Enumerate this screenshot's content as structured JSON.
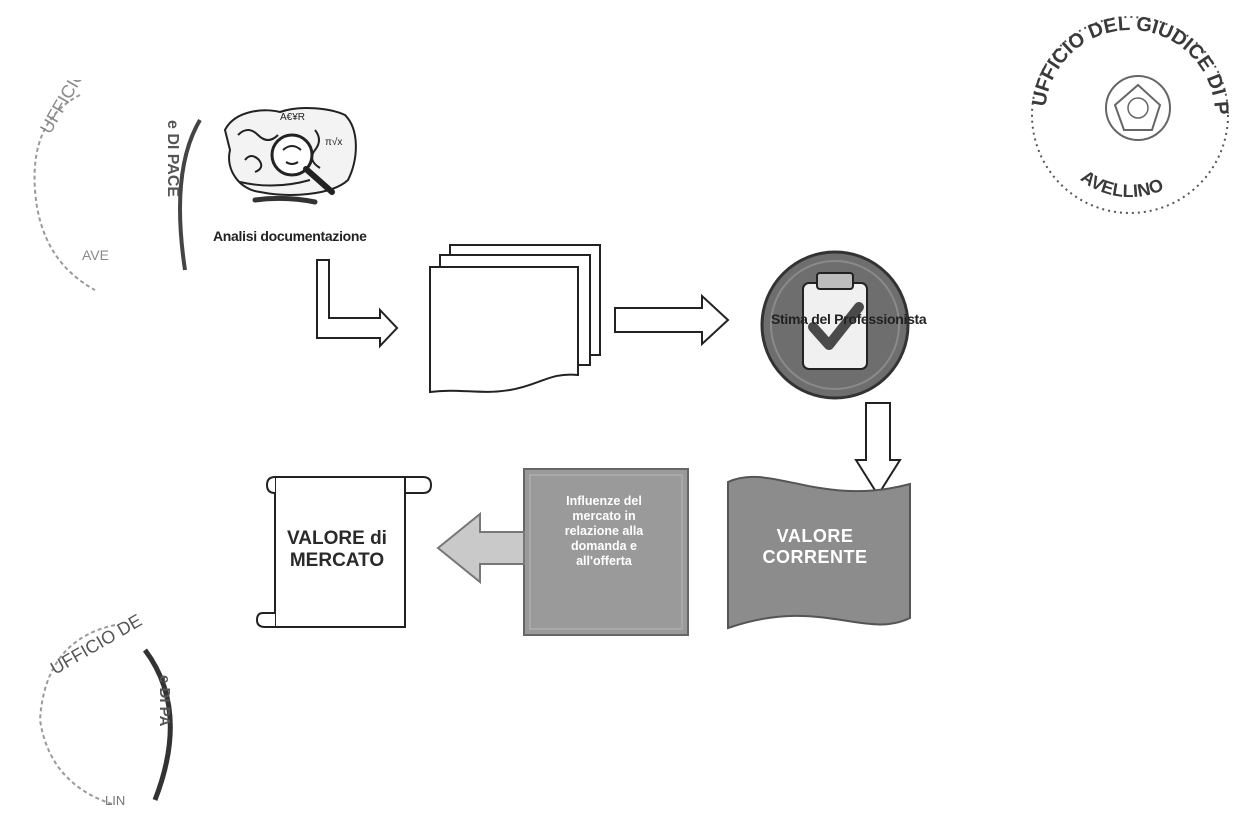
{
  "nodes": {
    "analisi_label": "Analisi documentazione",
    "stima_label": "Stima del Professionista",
    "valore_corrente_line1": "VALORE",
    "valore_corrente_line2": "CORRENTE",
    "influenze_line1": "Influenze del",
    "influenze_line2": "mercato in",
    "influenze_line3": "relazione alla",
    "influenze_line4": "domanda e",
    "influenze_line5": "all'offerta",
    "valore_mercato_line1": "VALORE di",
    "valore_mercato_line2": "MERCATO"
  },
  "stamps": {
    "top_right_text": "UFFICIO DEL GIUDICE DI PACE",
    "top_right_city": "AVELLINO"
  },
  "colors": {
    "ink": "#222222",
    "gray_dark": "#6e6e6e",
    "gray_mid": "#9a9a9a",
    "badge_red": "#8a3c3c",
    "check_green": "#4a4a4a"
  }
}
